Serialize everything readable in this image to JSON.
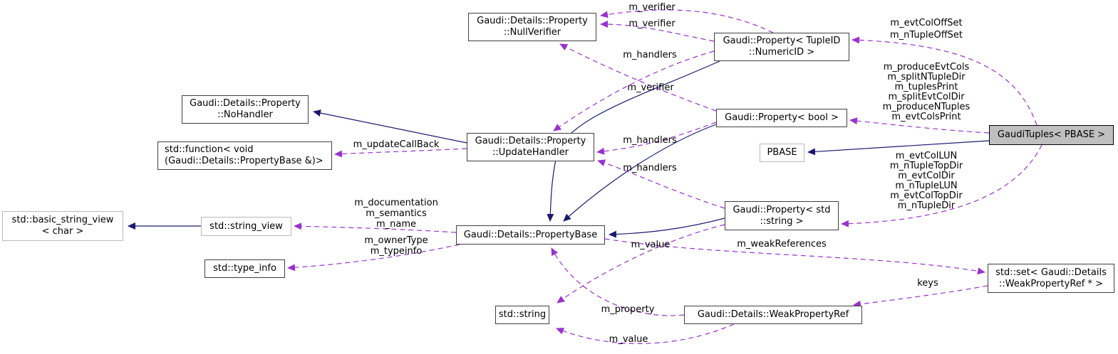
{
  "diagram": {
    "kind": "doxygen-collaboration-graph",
    "current_class": "GaudiTuples< PBASE >",
    "colors": {
      "background": "#ffffff",
      "inheritance_edge": "#191970",
      "usage_edge": "#9a32cd",
      "node_border": "#404040",
      "external_node_border": "#b9b9b9",
      "current_node_fill": "#bfbfbf",
      "text": "#000000"
    },
    "nodes": {
      "null_verifier": {
        "label": "Gaudi::Details::Property\n::NullVerifier"
      },
      "prop_tupleid": {
        "label": "Gaudi::Property< TupleID\n::NumericID >"
      },
      "prop_bool": {
        "label": "Gaudi::Property< bool >"
      },
      "gaudituples": {
        "label": "GaudiTuples< PBASE >"
      },
      "pbase": {
        "label": "PBASE"
      },
      "nohandler": {
        "label": "Gaudi::Details::Property\n::NoHandler"
      },
      "std_function": {
        "label": "std::function< void\n(Gaudi::Details::PropertyBase &)>"
      },
      "update_handler": {
        "label": "Gaudi::Details::Property\n::UpdateHandler"
      },
      "basic_string_view": {
        "label": "std::basic_string_view\n< char >"
      },
      "string_view": {
        "label": "std::string_view"
      },
      "type_info": {
        "label": "std::type_info"
      },
      "property_base": {
        "label": "Gaudi::Details::PropertyBase"
      },
      "prop_string": {
        "label": "Gaudi::Property< std\n::string >"
      },
      "std_set": {
        "label": "std::set< Gaudi::Details\n::WeakPropertyRef * >"
      },
      "std_string": {
        "label": "std::string"
      },
      "weak_prop_ref": {
        "label": "Gaudi::Details::WeakPropertyRef"
      }
    },
    "edge_labels": {
      "verifier_1": "m_verifier",
      "verifier_2": "m_verifier",
      "handlers_1": "m_handlers",
      "verifier_3": "m_verifier",
      "offset_block": "m_evtColOffSet\nm_nTupleOffSet",
      "bool_block": "m_produceEvtCols\nm_splitNTupleDir\nm_tuplesPrint\nm_splitEvtColDir\nm_produceNTuples\nm_evtColsPrint",
      "handlers_2": "m_handlers",
      "handlers_3": "m_handlers",
      "update_callback": "m_updateCallBack",
      "string_block": "m_evtColLUN\nm_nTupleTopDir\nm_evtColDir\nm_nTupleLUN\nm_evtColTopDir\nm_nTupleDir",
      "doc_block": "m_documentation\nm_semantics\nm_name",
      "owner_block": "m_ownerType\nm_typeinfo",
      "value_1": "m_value",
      "weak_references": "m_weakReferences",
      "keys": "keys",
      "property": "m_property",
      "value_2": "m_value"
    },
    "edges": [
      {
        "from": "update_handler",
        "to": "nohandler",
        "type": "inheritance"
      },
      {
        "from": "string_view",
        "to": "basic_string_view",
        "type": "inheritance"
      },
      {
        "from": "prop_tupleid",
        "to": "property_base",
        "type": "inheritance"
      },
      {
        "from": "prop_bool",
        "to": "property_base",
        "type": "inheritance"
      },
      {
        "from": "prop_string",
        "to": "property_base",
        "type": "inheritance"
      },
      {
        "from": "gaudituples",
        "to": "pbase",
        "type": "inheritance"
      },
      {
        "from": "prop_tupleid",
        "to": "null_verifier",
        "type": "usage",
        "label": "m_verifier"
      },
      {
        "from": "prop_tupleid",
        "to": "null_verifier",
        "type": "usage",
        "label": "m_verifier"
      },
      {
        "from": "prop_bool",
        "to": "null_verifier",
        "type": "usage",
        "label": "m_verifier"
      },
      {
        "from": "prop_tupleid",
        "to": "update_handler",
        "type": "usage",
        "label": "m_handlers"
      },
      {
        "from": "prop_bool",
        "to": "update_handler",
        "type": "usage",
        "label": "m_handlers"
      },
      {
        "from": "prop_string",
        "to": "update_handler",
        "type": "usage",
        "label": "m_handlers"
      },
      {
        "from": "update_handler",
        "to": "std_function",
        "type": "usage",
        "label": "m_updateCallBack"
      },
      {
        "from": "gaudituples",
        "to": "prop_tupleid",
        "type": "usage",
        "label": "m_evtColOffSet\nm_nTupleOffSet"
      },
      {
        "from": "gaudituples",
        "to": "prop_bool",
        "type": "usage",
        "label": "m_produceEvtCols\nm_splitNTupleDir\nm_tuplesPrint\nm_splitEvtColDir\nm_produceNTuples\nm_evtColsPrint"
      },
      {
        "from": "gaudituples",
        "to": "prop_string",
        "type": "usage",
        "label": "m_evtColLUN\nm_nTupleTopDir\nm_evtColDir\nm_nTupleLUN\nm_evtColTopDir\nm_nTupleDir"
      },
      {
        "from": "property_base",
        "to": "string_view",
        "type": "usage",
        "label": "m_documentation\nm_semantics\nm_name"
      },
      {
        "from": "property_base",
        "to": "type_info",
        "type": "usage",
        "label": "m_ownerType\nm_typeinfo"
      },
      {
        "from": "property_base",
        "to": "std_set",
        "type": "usage",
        "label": "m_weakReferences"
      },
      {
        "from": "prop_string",
        "to": "std_string",
        "type": "usage",
        "label": "m_value"
      },
      {
        "from": "std_set",
        "to": "weak_prop_ref",
        "type": "usage",
        "label": "keys"
      },
      {
        "from": "weak_prop_ref",
        "to": "property_base",
        "type": "usage",
        "label": "m_property"
      },
      {
        "from": "weak_prop_ref",
        "to": "std_string",
        "type": "usage",
        "label": "m_value"
      }
    ]
  }
}
